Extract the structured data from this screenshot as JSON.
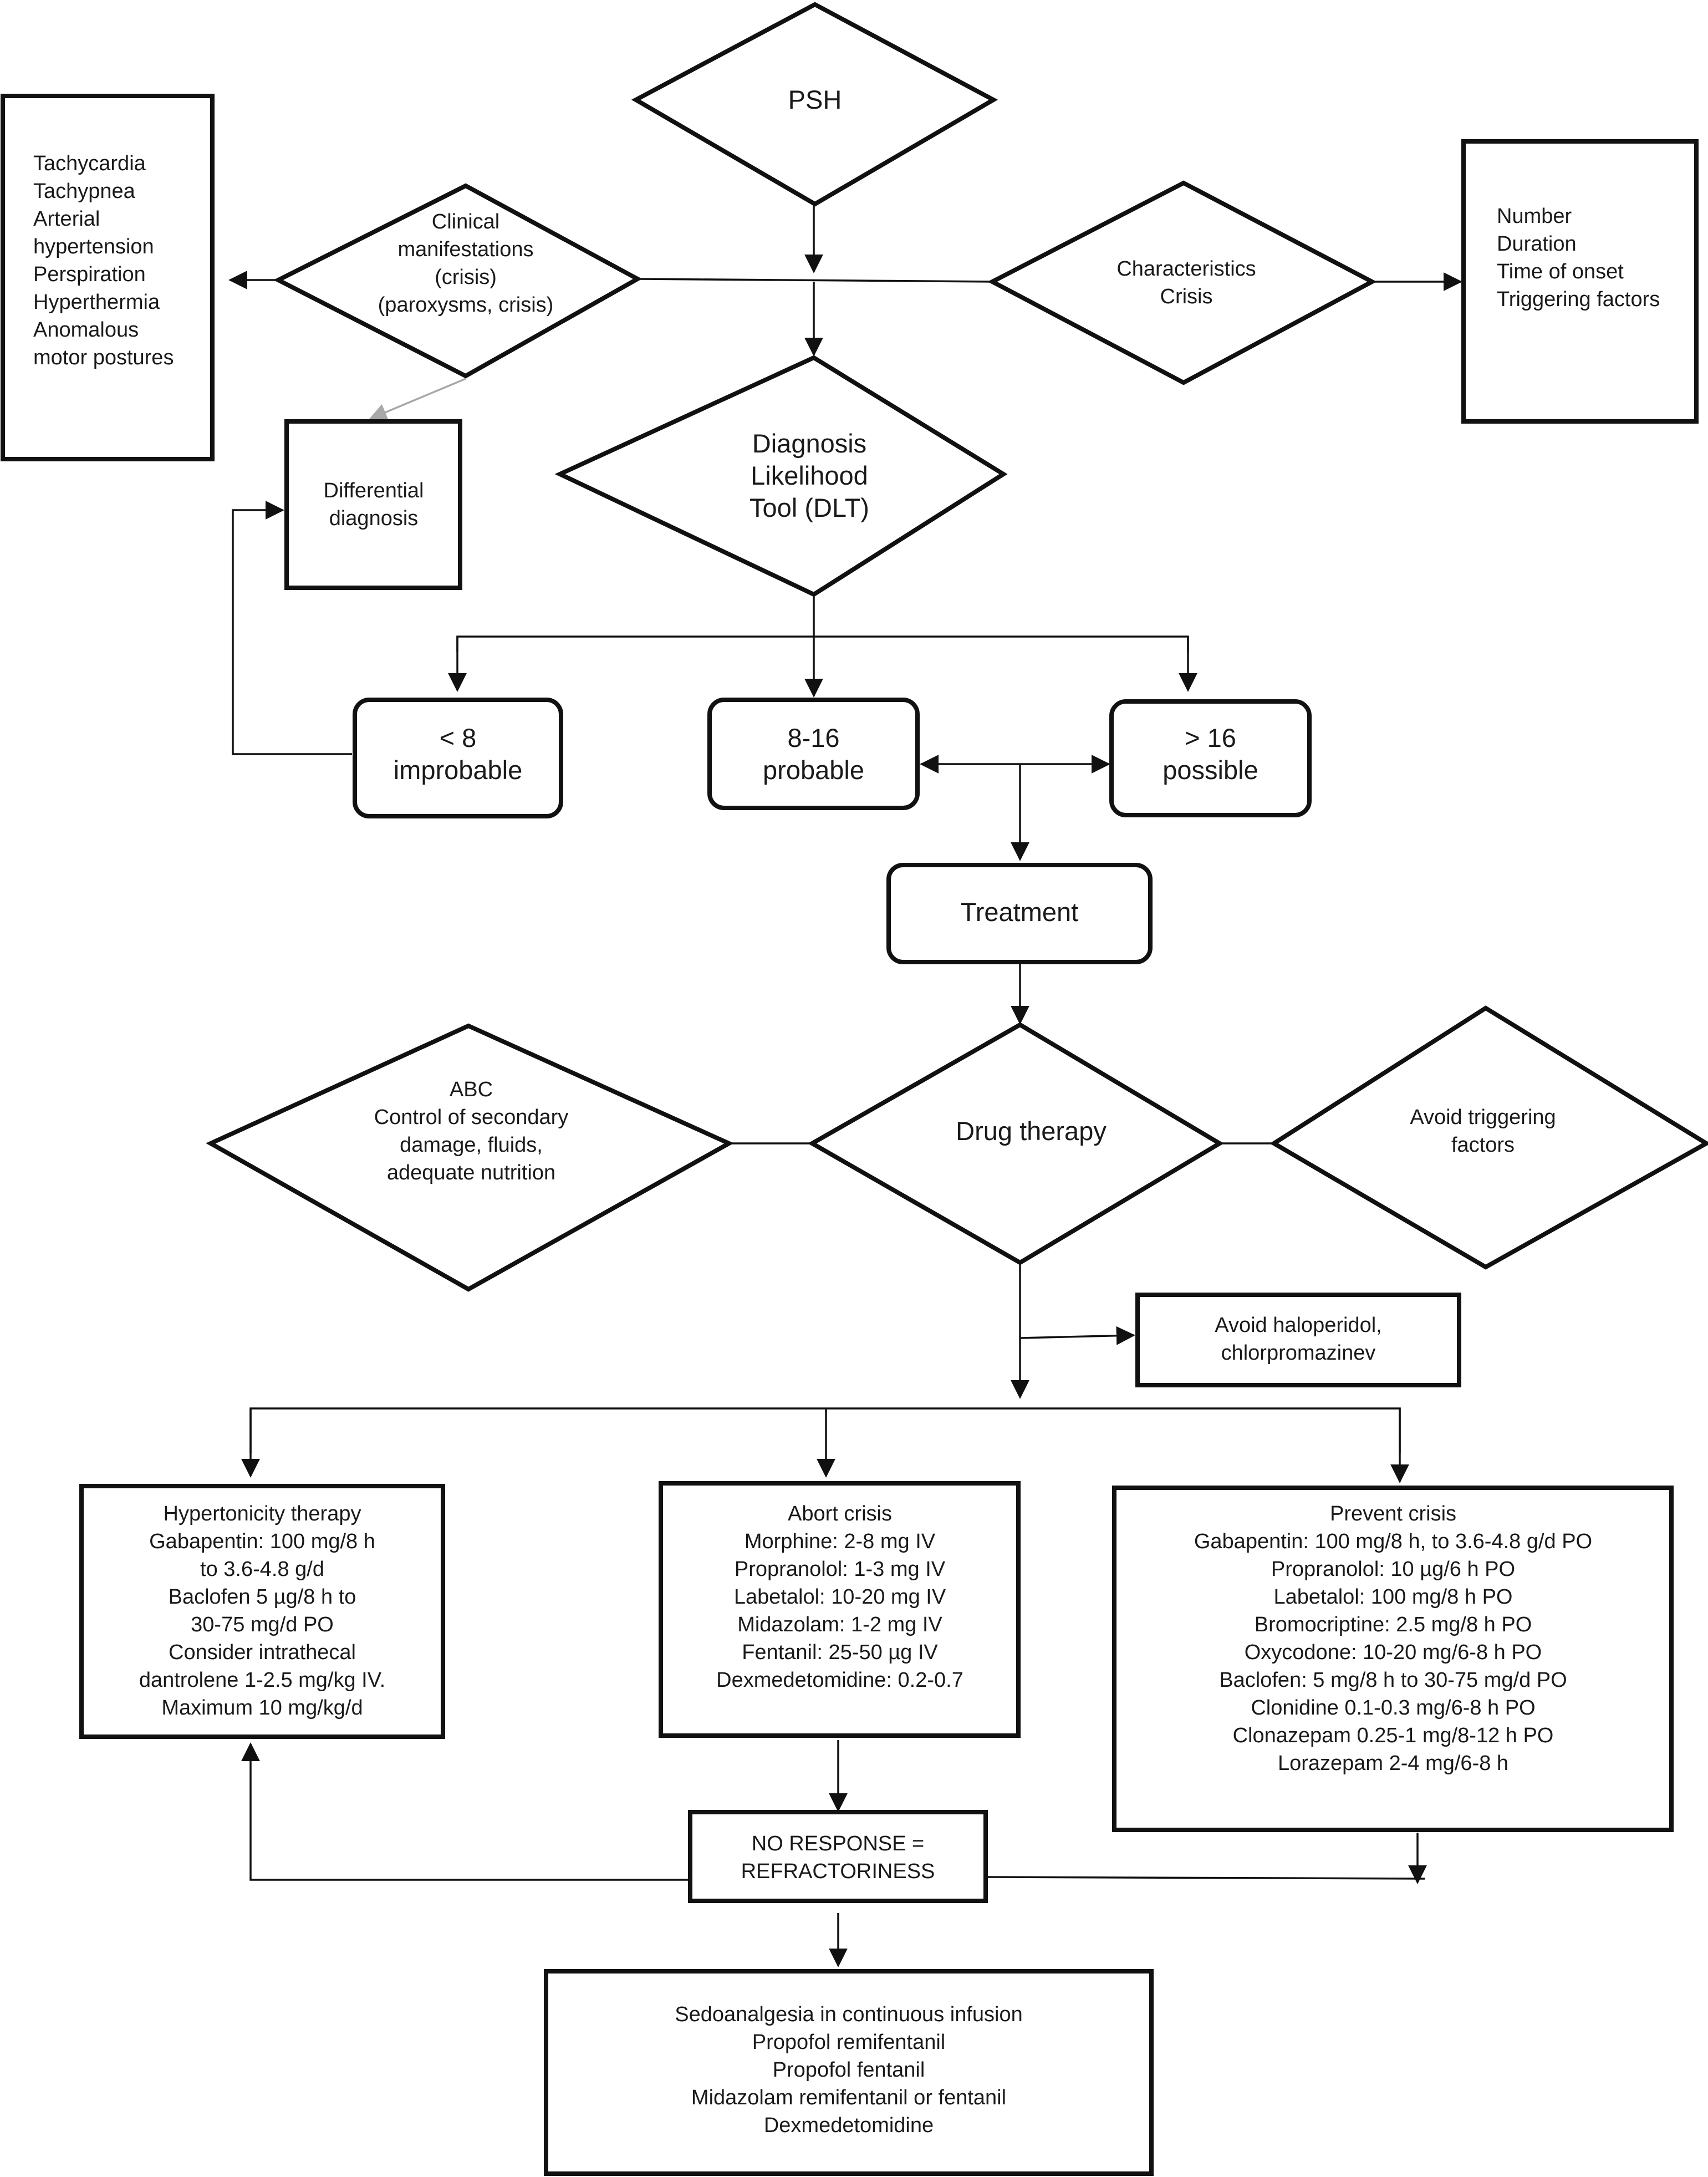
{
  "nodes": {
    "psh": {
      "shape": "diamond",
      "lines": [
        "PSH"
      ]
    },
    "clinical_manifestations": {
      "shape": "diamond",
      "lines": [
        "Clinical",
        "manifestations",
        "(crisis)",
        "(paroxysms, crisis)"
      ]
    },
    "symptoms": {
      "shape": "box",
      "lines": [
        "Tachycardia",
        "Tachypnea",
        "Arterial",
        "hypertension",
        "Perspiration",
        "Hyperthermia",
        "Anomalous",
        "motor postures"
      ]
    },
    "characteristics": {
      "shape": "diamond",
      "lines": [
        "Characteristics",
        "Crisis"
      ]
    },
    "crisis_features": {
      "shape": "box",
      "lines": [
        "Number",
        "Duration",
        "Time of onset",
        "Triggering factors"
      ]
    },
    "differential_diagnosis": {
      "shape": "box",
      "lines": [
        "Differential",
        "diagnosis"
      ]
    },
    "dlt": {
      "shape": "diamond",
      "lines": [
        "Diagnosis",
        "Likelihood",
        "Tool (DLT)"
      ]
    },
    "improbable": {
      "shape": "rounded-box",
      "lines": [
        "< 8",
        "improbable"
      ]
    },
    "probable": {
      "shape": "rounded-box",
      "lines": [
        "8-16",
        "probable"
      ]
    },
    "possible": {
      "shape": "rounded-box",
      "lines": [
        "> 16",
        "possible"
      ]
    },
    "treatment": {
      "shape": "rounded-box",
      "lines": [
        "Treatment"
      ]
    },
    "abc": {
      "shape": "diamond",
      "lines": [
        "ABC",
        "Control of secondary",
        "damage, fluids,",
        "adequate nutrition"
      ]
    },
    "drug_therapy": {
      "shape": "diamond",
      "lines": [
        "Drug therapy"
      ]
    },
    "avoid_triggering": {
      "shape": "diamond",
      "lines": [
        "Avoid triggering",
        "factors"
      ]
    },
    "avoid_haloperidol": {
      "shape": "box",
      "lines": [
        "Avoid haloperidol,",
        "chlorpromazinev"
      ]
    },
    "hypertonicity": {
      "shape": "box",
      "lines": [
        "Hypertonicity therapy",
        "Gabapentin: 100 mg/8 h",
        "to 3.6-4.8 g/d",
        "Baclofen 5 µg/8 h to",
        "30-75 mg/d PO",
        "Consider intrathecal",
        "dantrolene 1-2.5 mg/kg IV.",
        "Maximum 10 mg/kg/d"
      ]
    },
    "abort_crisis": {
      "shape": "box",
      "lines": [
        "Abort crisis",
        "Morphine: 2-8 mg IV",
        "Propranolol: 1-3 mg IV",
        "Labetalol: 10-20 mg IV",
        "Midazolam: 1-2 mg IV",
        "Fentanil: 25-50 µg IV",
        "Dexmedetomidine: 0.2-0.7"
      ]
    },
    "prevent_crisis": {
      "shape": "box",
      "lines": [
        "Prevent crisis",
        "Gabapentin: 100 mg/8 h, to 3.6-4.8 g/d PO",
        "Propranolol: 10 µg/6 h PO",
        "Labetalol: 100 mg/8 h PO",
        "Bromocriptine: 2.5 mg/8 h PO",
        "Oxycodone: 10-20 mg/6-8 h PO",
        "Baclofen: 5 mg/8 h to 30-75 mg/d PO",
        "Clonidine 0.1-0.3 mg/6-8 h PO",
        "Clonazepam 0.25-1 mg/8-12 h PO",
        "Lorazepam 2-4 mg/6-8 h"
      ]
    },
    "no_response": {
      "shape": "box",
      "lines": [
        "NO RESPONSE =",
        "REFRACTORINESS"
      ]
    },
    "sedoanalgesia": {
      "shape": "box",
      "lines": [
        "Sedoanalgesia in continuous infusion",
        "Propofol remifentanil",
        "Propofol fentanil",
        "Midazolam remifentanil or fentanil",
        "Dexmedetomidine"
      ]
    }
  },
  "colors": {
    "stroke": "#111111",
    "text": "#1a1a1a",
    "gray_arrow": "#a8a8a8",
    "background": "#ffffff"
  }
}
